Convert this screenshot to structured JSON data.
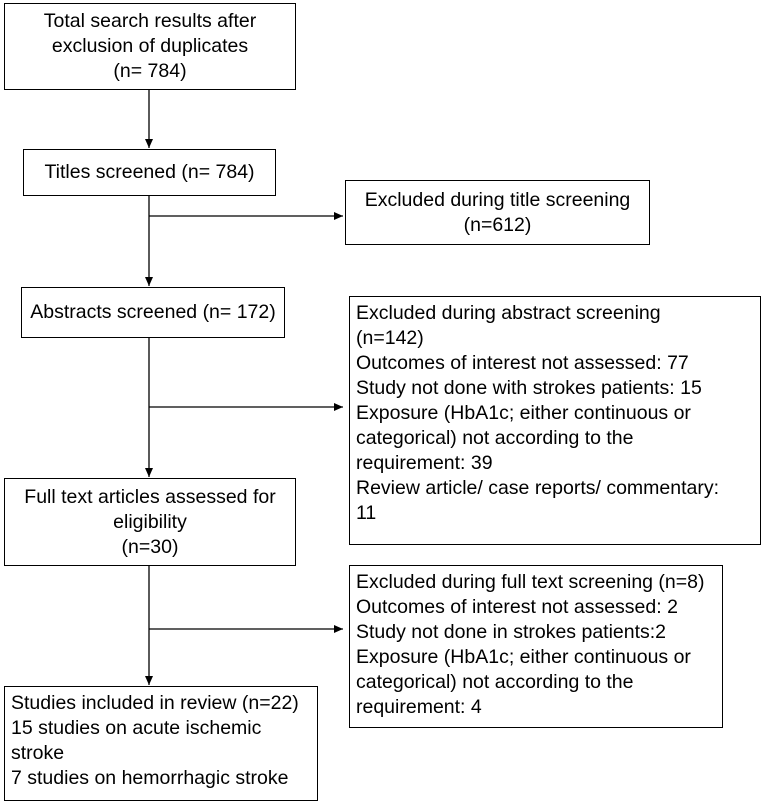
{
  "boxes": {
    "identification": {
      "lines": [
        "Total search results after",
        "exclusion of duplicates",
        "(n= 784)"
      ]
    },
    "titles_screened": {
      "lines": [
        "Titles screened (n= 784)"
      ]
    },
    "excluded_title": {
      "lines": [
        "Excluded during title screening",
        "(n=612)"
      ]
    },
    "abstracts_screened": {
      "lines": [
        "Abstracts screened (n= 172)"
      ]
    },
    "excluded_abstract": {
      "lines": [
        "Excluded during abstract screening",
        "(n=142)",
        "Outcomes of interest not assessed: 77",
        "Study not done with strokes patients: 15",
        "Exposure (HbA1c; either continuous or",
        "categorical) not according to the",
        "requirement: 39",
        "Review article/ case reports/ commentary:",
        "11"
      ]
    },
    "full_text": {
      "lines": [
        "Full text articles assessed for",
        "eligibility",
        "(n=30)"
      ]
    },
    "excluded_full_text": {
      "lines": [
        "Excluded during full text screening (n=8)",
        "Outcomes of interest not assessed: 2",
        "Study not done in strokes patients:2",
        "Exposure (HbA1c; either continuous or",
        "categorical) not according to the",
        "requirement: 4"
      ]
    },
    "included": {
      "lines": [
        "Studies included in review (n=22)",
        "15 studies on acute ischemic",
        "stroke",
        "7 studies on hemorrhagic stroke"
      ]
    }
  }
}
